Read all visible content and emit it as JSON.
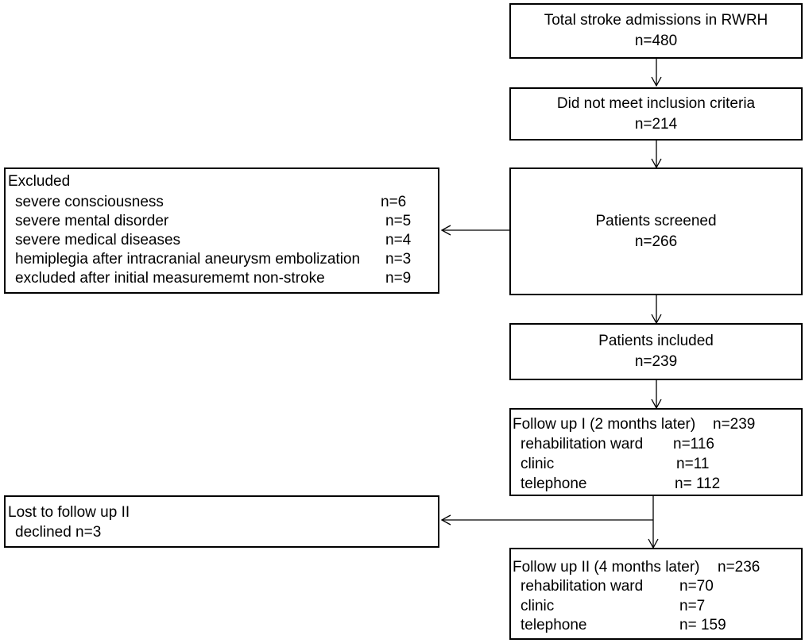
{
  "total": {
    "line1": "Total stroke admissions in RWRH",
    "line2": "n=480"
  },
  "not_meet": {
    "line1": "Did not meet inclusion criteria",
    "line2": "n=214"
  },
  "screened": {
    "line1": "Patients screened",
    "line2": "n=266"
  },
  "included": {
    "line1": "Patients included",
    "line2": "n=239"
  },
  "excluded": {
    "title": "Excluded",
    "items": [
      {
        "label": "severe consciousness",
        "value": "n=6"
      },
      {
        "label": "severe mental disorder",
        "value": "n=5"
      },
      {
        "label": "severe medical diseases",
        "value": "n=4"
      },
      {
        "label": "hemiplegia after intracranial aneurysm embolization",
        "value": "n=3"
      },
      {
        "label": "excluded after initial measurememt non-stroke",
        "value": "n=9"
      }
    ]
  },
  "follow1": {
    "title": "Follow up I (2 months later)",
    "title_value": "n=239",
    "items": [
      {
        "label": "rehabilitation ward",
        "value": "n=116"
      },
      {
        "label": "clinic",
        "value": "n=11"
      },
      {
        "label": "telephone",
        "value": "n= 112"
      }
    ]
  },
  "lost": {
    "title": "Lost to follow up II",
    "line": "declined n=3"
  },
  "follow2": {
    "title": "Follow up II (4 months later)",
    "title_value": "n=236",
    "items": [
      {
        "label": "rehabilitation ward",
        "value": "n=70"
      },
      {
        "label": "clinic",
        "value": "n=7"
      },
      {
        "label": "telephone",
        "value": "n= 159"
      }
    ]
  }
}
